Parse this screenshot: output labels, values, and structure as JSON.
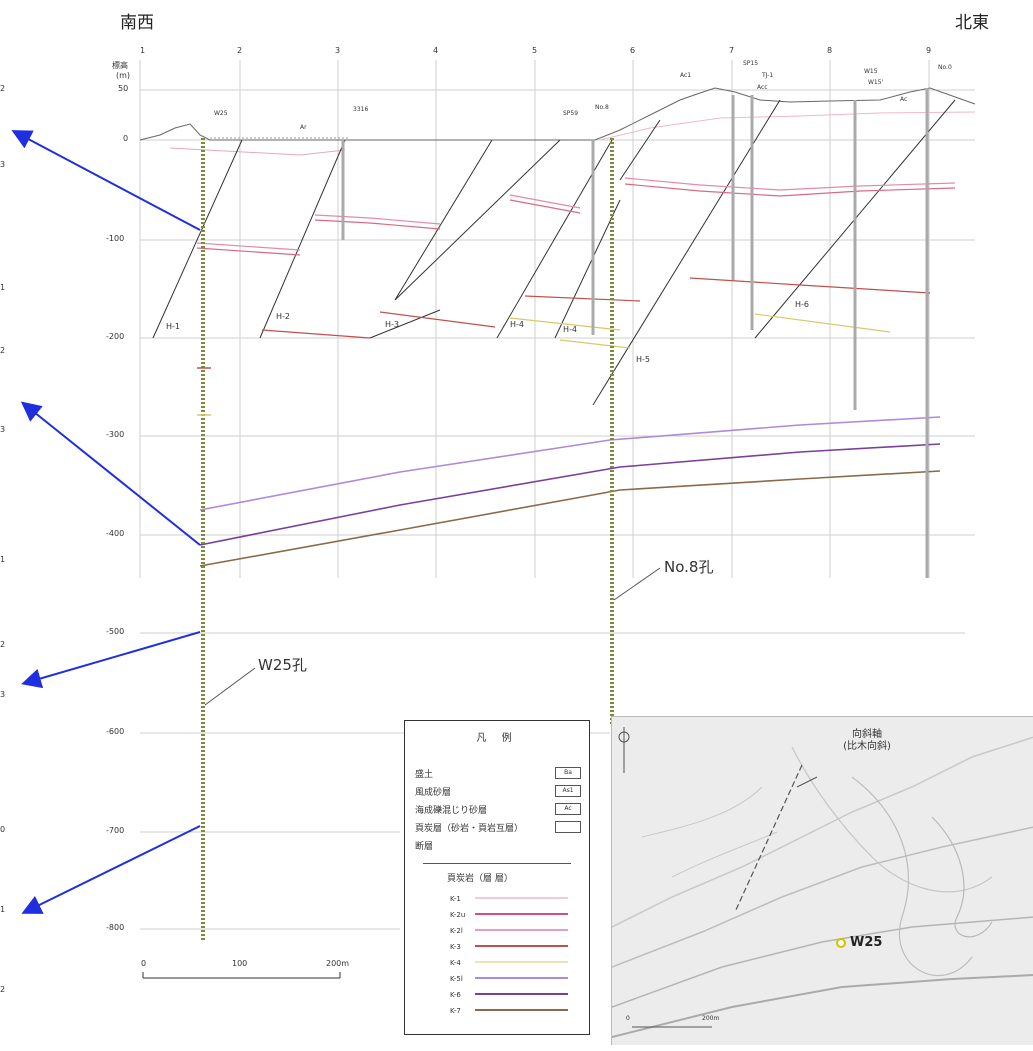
{
  "header": {
    "left": "南西",
    "right": "北東"
  },
  "section": {
    "column_numbers": [
      "1",
      "2",
      "3",
      "4",
      "5",
      "6",
      "7",
      "8",
      "9"
    ],
    "elev_unit_label": "標高",
    "elev_unit_sub": "(m)",
    "elev_ticks": [
      "50",
      "0",
      "-100",
      "-200",
      "-300",
      "-400",
      "-500",
      "-600",
      "-700",
      "-800"
    ],
    "fault_labels": [
      "H-1",
      "H-2",
      "H-3",
      "H-4",
      "H-4",
      "H-5",
      "H-6"
    ],
    "surface_labels": [
      "Ar",
      "Ac1",
      "Acc",
      "Ac"
    ],
    "hole_tags": [
      "W25",
      "3316",
      "SP59",
      "No.8",
      "SP15",
      "TJ-1",
      "W15",
      "W15'",
      "No.0"
    ]
  },
  "scale": {
    "ticks": [
      "0",
      "100",
      "200m"
    ]
  },
  "holes": {
    "w25": "W25孔",
    "no8": "No.8孔"
  },
  "left_labels": [
    "2",
    "3",
    "1",
    "2",
    "3",
    "1",
    "2",
    "3",
    "0",
    "1",
    "2"
  ],
  "legend": {
    "title": "凡 例",
    "rows": [
      {
        "label": "盛土",
        "code": "Ba"
      },
      {
        "label": "風成砂層",
        "code": "As1"
      },
      {
        "label": "海成礫混じり砂層",
        "code": "Ac"
      },
      {
        "label": "頁炭層（砂岩・頁岩互層）",
        "code": ""
      },
      {
        "label": "断層",
        "code": ""
      }
    ],
    "coal_title": "頁炭岩（層 層）",
    "coal_seams": [
      {
        "name": "K-1",
        "color": "#e39ab0"
      },
      {
        "name": "K-2u",
        "color": "#d64b8a"
      },
      {
        "name": "K-2l",
        "color": "#e89ac8"
      },
      {
        "name": "K-3",
        "color": "#c0504d"
      },
      {
        "name": "K-4",
        "color": "#d8c86a"
      },
      {
        "name": "K-5l",
        "color": "#a98bd9"
      },
      {
        "name": "K-6",
        "color": "#7a3f9e"
      },
      {
        "name": "K-7",
        "color": "#8a6a4a"
      }
    ]
  },
  "map": {
    "axis_label_1": "向斜軸",
    "axis_label_2": "(比木向斜)",
    "w25": "W25",
    "scale": [
      "0",
      "200m"
    ]
  },
  "colors": {
    "arrow": "#1f2fe0",
    "borehole": "#7a8c3a",
    "marker": "#e8d800"
  }
}
